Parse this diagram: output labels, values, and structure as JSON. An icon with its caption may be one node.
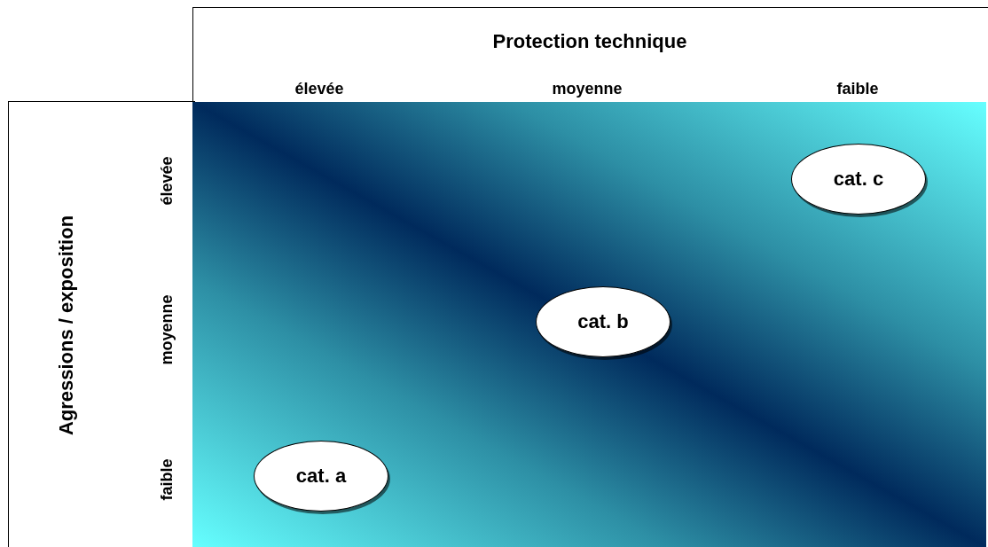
{
  "diagram": {
    "nodes": [
      {
        "text": [
          "cat. c"
        ]
      },
      {
        "text": [
          "cat. b"
        ]
      },
      {
        "text": [
          "cat. a"
        ]
      }
    ],
    "labels": [
      "Protection technique",
      "élevée",
      "moyenne",
      "faible",
      "Agressions / exposition",
      "élevée",
      "moyenne",
      "faible"
    ]
  }
}
